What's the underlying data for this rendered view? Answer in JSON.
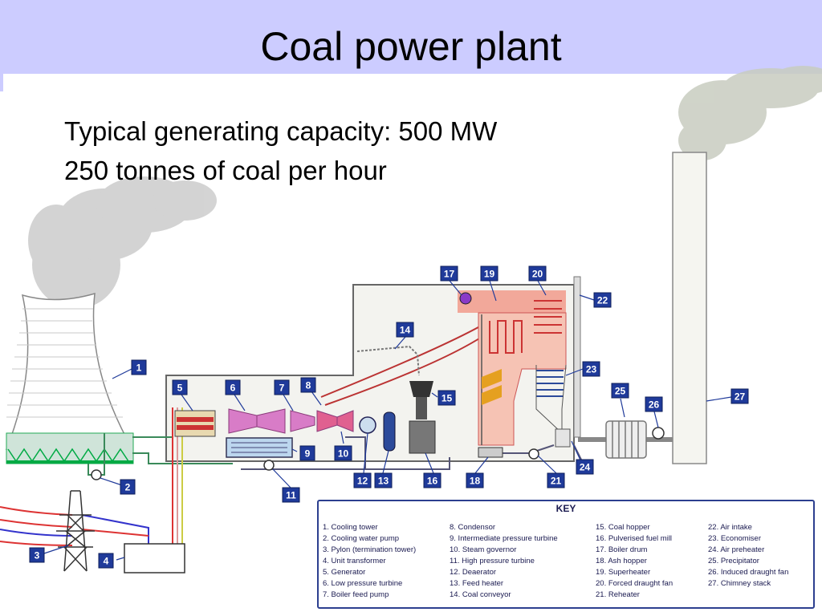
{
  "title": "Coal power plant",
  "lines": [
    "Typical generating capacity: 500 MW",
    "250 tonnes of coal per hour"
  ],
  "key": {
    "heading": "KEY",
    "items": [
      "1. Cooling tower",
      "2. Cooling water pump",
      "3. Pylon (termination tower)",
      "4. Unit transformer",
      "5. Generator",
      "6. Low pressure turbine",
      "7. Boiler feed pump",
      "8. Condensor",
      "9. Intermediate pressure turbine",
      "10. Steam governor",
      "11. High pressure turbine",
      "12. Deaerator",
      "13. Feed heater",
      "14. Coal conveyor",
      "15. Coal hopper",
      "16. Pulverised fuel mill",
      "17. Boiler drum",
      "18. Ash hopper",
      "19. Superheater",
      "20. Forced draught fan",
      "21. Reheater",
      "22. Air intake",
      "23. Economiser",
      "24. Air preheater",
      "25. Precipitator",
      "26. Induced draught fan",
      "27. Chimney stack"
    ]
  },
  "callouts": [
    "1",
    "2",
    "3",
    "4",
    "5",
    "6",
    "7",
    "8",
    "9",
    "10",
    "11",
    "12",
    "13",
    "14",
    "15",
    "16",
    "17",
    "18",
    "19",
    "20",
    "21",
    "22",
    "23",
    "24",
    "25",
    "26",
    "27"
  ],
  "colors": {
    "header": "#ccccff",
    "callout": "#1f3a9a",
    "key_border": "#2c3f8f",
    "boiler": "#f6c3b4"
  }
}
